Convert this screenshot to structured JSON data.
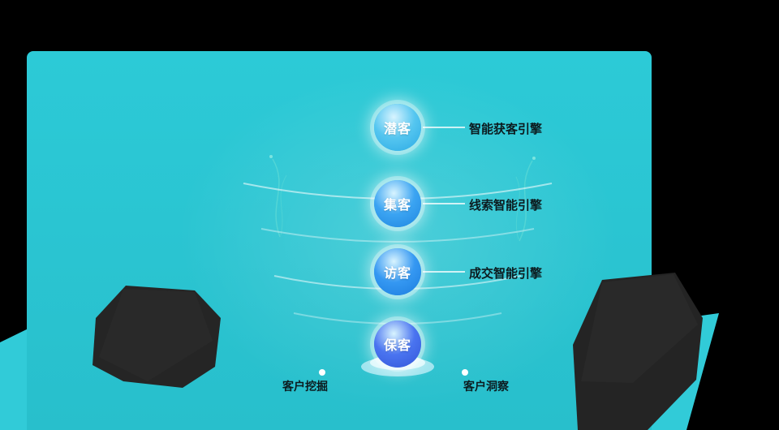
{
  "panel": {
    "background_color": "#2AC5D1",
    "outside_color": "#000000",
    "accent_wing_color": "#31CBD8",
    "rock_color": "#252525"
  },
  "funnel": {
    "stages": [
      {
        "label": "潜客",
        "engine": "智能获客引擎",
        "color": "#55C6F0",
        "color_dark": "#2BA9E4"
      },
      {
        "label": "集客",
        "engine": "线索智能引擎",
        "color": "#3BA4F2",
        "color_dark": "#1F86E0"
      },
      {
        "label": "访客",
        "engine": "成交智能引擎",
        "color": "#3598F2",
        "color_dark": "#1B7CDE"
      },
      {
        "label": "保客",
        "engine": "",
        "color": "#4A74F0",
        "color_dark": "#3356D8"
      }
    ]
  },
  "footer": {
    "markers": [
      {
        "label": "客户挖掘"
      },
      {
        "label": "客户洞察"
      }
    ]
  }
}
